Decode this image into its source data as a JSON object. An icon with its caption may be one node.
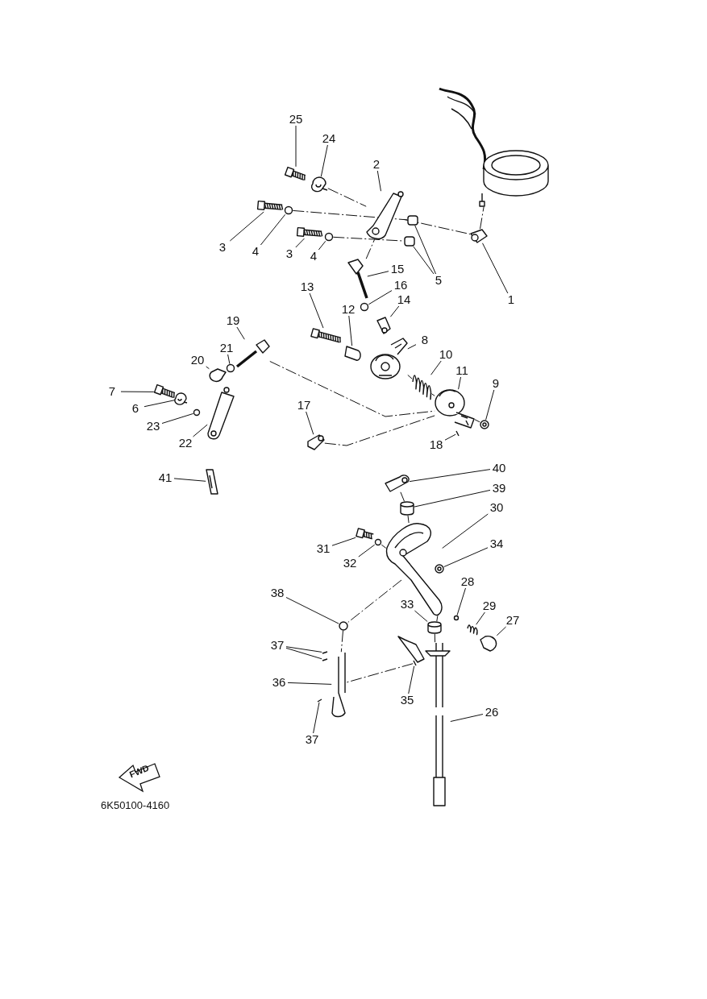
{
  "diagram": {
    "nodes": [
      {
        "text": [
          "25"
        ]
      },
      {
        "text": [
          "24"
        ]
      },
      {
        "text": [
          "2"
        ]
      },
      {
        "text": [
          "3"
        ]
      },
      {
        "text": [
          "4"
        ]
      },
      {
        "text": [
          "3"
        ]
      },
      {
        "text": [
          "4"
        ]
      },
      {
        "text": [
          "5"
        ]
      },
      {
        "text": [
          "1"
        ]
      },
      {
        "text": [
          "15"
        ]
      },
      {
        "text": [
          "16"
        ]
      },
      {
        "text": [
          "13"
        ]
      },
      {
        "text": [
          "14"
        ]
      },
      {
        "text": [
          "12"
        ]
      },
      {
        "text": [
          "19"
        ]
      },
      {
        "text": [
          "8"
        ]
      },
      {
        "text": [
          "21"
        ]
      },
      {
        "text": [
          "10"
        ]
      },
      {
        "text": [
          "11"
        ]
      },
      {
        "text": [
          "20"
        ]
      },
      {
        "text": [
          "9"
        ]
      },
      {
        "text": [
          "7"
        ]
      },
      {
        "text": [
          "6"
        ]
      },
      {
        "text": [
          "17"
        ]
      },
      {
        "text": [
          "23"
        ]
      },
      {
        "text": [
          "22"
        ]
      },
      {
        "text": [
          "18"
        ]
      },
      {
        "text": [
          "41"
        ]
      },
      {
        "text": [
          "40"
        ]
      },
      {
        "text": [
          "39"
        ]
      },
      {
        "text": [
          "30"
        ]
      },
      {
        "text": [
          "34"
        ]
      },
      {
        "text": [
          "31"
        ]
      },
      {
        "text": [
          "32"
        ]
      },
      {
        "text": [
          "28"
        ]
      },
      {
        "text": [
          "38"
        ]
      },
      {
        "text": [
          "33"
        ]
      },
      {
        "text": [
          "29"
        ]
      },
      {
        "text": [
          "27"
        ]
      },
      {
        "text": [
          "37"
        ]
      },
      {
        "text": [
          "36"
        ]
      },
      {
        "text": [
          "35"
        ]
      },
      {
        "text": [
          "26"
        ]
      },
      {
        "text": [
          "37"
        ]
      },
      {
        "text": [],
        "shape": "picture"
      },
      {
        "text": [],
        "shape": "picture"
      },
      {
        "text": [],
        "shape": "picture"
      },
      {
        "text": [],
        "shape": "picture"
      },
      {
        "text": [],
        "shape": "circle"
      },
      {
        "text": [],
        "shape": "picture"
      },
      {
        "text": [],
        "shape": "circle"
      },
      {
        "text": [],
        "shape": "box"
      },
      {
        "text": [],
        "shape": "box"
      },
      {
        "text": [],
        "shape": "picture"
      },
      {
        "text": [],
        "shape": "picture"
      },
      {
        "text": [],
        "shape": "circle"
      },
      {
        "text": [],
        "shape": "picture"
      },
      {
        "text": [],
        "shape": "picture"
      },
      {
        "text": [],
        "shape": "picture"
      },
      {
        "text": [],
        "shape": "picture"
      },
      {
        "text": [],
        "shape": "picture"
      },
      {
        "text": [],
        "shape": "circle"
      },
      {
        "text": [],
        "shape": "picture"
      },
      {
        "text": [],
        "shape": "picture"
      },
      {
        "text": [],
        "shape": "picture"
      },
      {
        "text": [],
        "shape": "picture"
      },
      {
        "text": [],
        "shape": "picture"
      },
      {
        "text": [],
        "shape": "picture"
      },
      {
        "text": [],
        "shape": "picture"
      },
      {
        "text": [],
        "shape": "circle"
      },
      {
        "text": [],
        "shape": "picture"
      },
      {
        "text": [],
        "shape": "picture"
      },
      {
        "text": [],
        "shape": "picture"
      },
      {
        "text": [],
        "shape": "picture"
      },
      {
        "text": [],
        "shape": "cylinder"
      },
      {
        "text": [],
        "shape": "picture"
      },
      {
        "text": [],
        "shape": "picture"
      },
      {
        "text": [],
        "shape": "picture"
      },
      {
        "text": [],
        "shape": "circle"
      },
      {
        "text": [],
        "shape": "circle"
      },
      {
        "text": [],
        "shape": "circle"
      },
      {
        "text": [],
        "shape": "cylinder"
      },
      {
        "text": [],
        "shape": "picture"
      },
      {
        "text": [],
        "shape": "picture"
      },
      {
        "text": [],
        "shape": "picture"
      },
      {
        "text": [],
        "shape": "picture"
      },
      {
        "text": [],
        "shape": "picture"
      },
      {
        "text": [],
        "shape": "picture"
      },
      {
        "text": [],
        "shape": "picture"
      },
      {
        "text": [],
        "shape": "picture"
      },
      {
        "text": [],
        "shape": "picture"
      }
    ],
    "edges": [
      {
        "from": 0,
        "to": 44,
        "arrow": "none"
      },
      {
        "from": 1,
        "to": 45,
        "arrow": "none"
      },
      {
        "from": 2,
        "to": 46,
        "arrow": "none"
      },
      {
        "from": 3,
        "to": 47,
        "arrow": "none"
      },
      {
        "from": 4,
        "to": 48,
        "arrow": "none"
      },
      {
        "from": 5,
        "to": 49,
        "arrow": "none"
      },
      {
        "from": 6,
        "to": 50,
        "arrow": "none"
      },
      {
        "from": 7,
        "to": 51,
        "arrow": "none"
      },
      {
        "from": 7,
        "to": 52,
        "arrow": "none"
      },
      {
        "from": 8,
        "to": 53,
        "arrow": "none"
      },
      {
        "from": 9,
        "to": 54,
        "arrow": "none"
      },
      {
        "from": 10,
        "to": 55,
        "arrow": "none"
      },
      {
        "from": 11,
        "to": 56,
        "arrow": "none"
      },
      {
        "from": 12,
        "to": 57,
        "arrow": "none"
      },
      {
        "from": 13,
        "to": 58,
        "arrow": "none"
      },
      {
        "from": 14,
        "to": 59,
        "arrow": "none"
      },
      {
        "from": 15,
        "to": 60,
        "arrow": "none"
      },
      {
        "from": 16,
        "to": 61,
        "arrow": "none"
      },
      {
        "from": 17,
        "to": 62,
        "arrow": "none"
      },
      {
        "from": 18,
        "to": 63,
        "arrow": "none"
      },
      {
        "from": 19,
        "to": 64,
        "arrow": "none"
      },
      {
        "from": 20,
        "to": 65,
        "arrow": "none"
      },
      {
        "from": 21,
        "to": 66,
        "arrow": "none"
      },
      {
        "from": 22,
        "to": 67,
        "arrow": "none"
      },
      {
        "from": 23,
        "to": 68,
        "arrow": "none"
      },
      {
        "from": 24,
        "to": 69,
        "arrow": "none"
      },
      {
        "from": 25,
        "to": 70,
        "arrow": "none"
      },
      {
        "from": 26,
        "to": 71,
        "arrow": "none"
      },
      {
        "from": 27,
        "to": 72,
        "arrow": "none"
      },
      {
        "from": 28,
        "to": 73,
        "arrow": "none"
      },
      {
        "from": 29,
        "to": 74,
        "arrow": "none"
      },
      {
        "from": 30,
        "to": 75,
        "arrow": "none"
      },
      {
        "from": 31,
        "to": 76,
        "arrow": "none"
      },
      {
        "from": 32,
        "to": 77,
        "arrow": "none"
      },
      {
        "from": 33,
        "to": 78,
        "arrow": "none"
      },
      {
        "from": 34,
        "to": 79,
        "arrow": "none"
      },
      {
        "from": 35,
        "to": 80,
        "arrow": "none"
      },
      {
        "from": 36,
        "to": 81,
        "arrow": "none"
      },
      {
        "from": 37,
        "to": 82,
        "arrow": "none"
      },
      {
        "from": 38,
        "to": 83,
        "arrow": "none"
      },
      {
        "from": 39,
        "to": 84,
        "arrow": "none"
      },
      {
        "from": 39,
        "to": 85,
        "arrow": "none"
      },
      {
        "from": 40,
        "to": 86,
        "arrow": "none"
      },
      {
        "from": 41,
        "to": 87,
        "arrow": "none"
      },
      {
        "from": 42,
        "to": 88,
        "arrow": "none"
      },
      {
        "from": 43,
        "to": 89,
        "arrow": "none"
      },
      {
        "from": 45,
        "to": 46,
        "arrow": "none",
        "style": "dashed"
      },
      {
        "from": 48,
        "to": 51,
        "arrow": "none",
        "style": "dashed"
      },
      {
        "from": 50,
        "to": 52,
        "arrow": "none",
        "style": "dashed"
      },
      {
        "from": 46,
        "to": 53,
        "arrow": "none",
        "style": "dashed"
      },
      {
        "from": 53,
        "to": 90,
        "arrow": "none",
        "style": "dashed"
      },
      {
        "from": 54,
        "to": 46,
        "arrow": "none",
        "style": "dashed"
      },
      {
        "from": 60,
        "to": 62,
        "arrow": "none",
        "style": "dashed"
      },
      {
        "from": 59,
        "to": 63,
        "arrow": "none",
        "style": "dashed"
      },
      {
        "from": 68,
        "to": 63,
        "arrow": "none",
        "style": "dashed"
      },
      {
        "from": 73,
        "to": 74,
        "arrow": "none",
        "style": "dashed"
      },
      {
        "from": 74,
        "to": 75,
        "arrow": "none",
        "style": "dashed"
      },
      {
        "from": 78,
        "to": 75,
        "arrow": "none",
        "style": "dashed"
      },
      {
        "from": 75,
        "to": 81,
        "arrow": "none",
        "style": "dashed"
      },
      {
        "from": 75,
        "to": 80,
        "arrow": "none",
        "style": "dashed"
      },
      {
        "from": 80,
        "to": 86,
        "arrow": "none",
        "style": "dashed"
      },
      {
        "from": 87,
        "to": 86,
        "arrow": "none",
        "style": "dashed"
      },
      {
        "from": 81,
        "to": 88,
        "arrow": "none",
        "style": "dashed"
      },
      {
        "from": 62,
        "to": 63,
        "arrow": "none",
        "style": "dashed"
      },
      {
        "from": 63,
        "to": 65,
        "arrow": "none",
        "style": "dashed"
      }
    ],
    "labels": [
      "FWD",
      "6K50100-4160"
    ]
  }
}
